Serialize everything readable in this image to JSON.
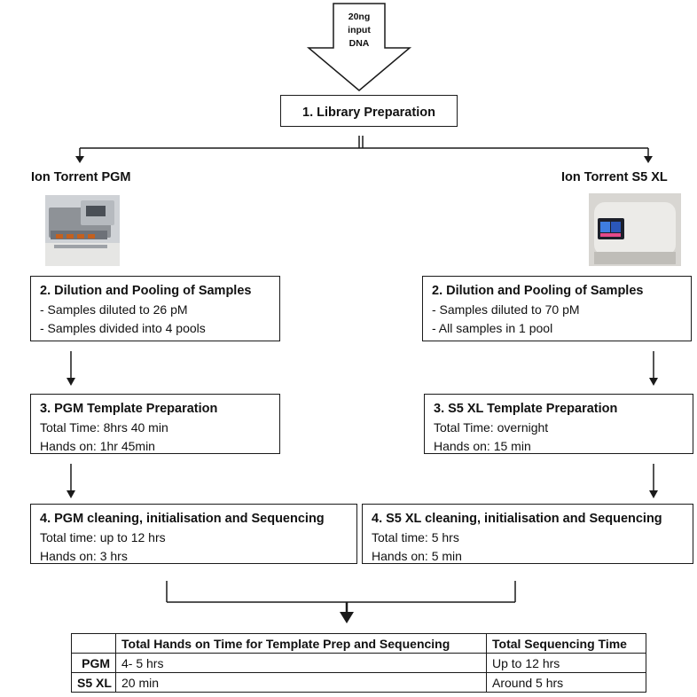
{
  "input": {
    "lines": [
      "20ng",
      "input",
      "DNA"
    ]
  },
  "step1": {
    "title": "1. Library Preparation"
  },
  "left": {
    "platform": "Ion Torrent PGM",
    "dilution": {
      "title": "2. Dilution and Pooling of Samples",
      "lines": [
        "- Samples diluted to 26 pM",
        "- Samples divided into 4 pools"
      ]
    },
    "template": {
      "title": "3. PGM Template Preparation",
      "lines": [
        "Total Time: 8hrs 40 min",
        "Hands on: 1hr 45min"
      ]
    },
    "sequencing": {
      "title": "4. PGM cleaning, initialisation and Sequencing",
      "lines": [
        "Total time: up to 12 hrs",
        "Hands on: 3 hrs"
      ]
    }
  },
  "right": {
    "platform": "Ion Torrent S5 XL",
    "dilution": {
      "title": "2. Dilution and Pooling of Samples",
      "lines": [
        "- Samples diluted to 70 pM",
        "- All samples in 1 pool"
      ]
    },
    "template": {
      "title": "3. S5 XL Template Preparation",
      "lines": [
        "Total Time:  overnight",
        "Hands on:  15 min"
      ]
    },
    "sequencing": {
      "title": "4. S5 XL cleaning, initialisation and Sequencing",
      "lines": [
        "Total time: 5 hrs",
        "Hands on: 5 min"
      ]
    }
  },
  "table": {
    "headers": [
      "",
      "Total Hands on Time for Template Prep and Sequencing",
      "Total Sequencing Time"
    ],
    "rows": [
      {
        "label": "PGM",
        "hands_on": "4- 5 hrs",
        "sequencing": "Up to 12 hrs"
      },
      {
        "label": "S5 XL",
        "hands_on": "20 min",
        "sequencing": "Around 5 hrs"
      }
    ]
  }
}
